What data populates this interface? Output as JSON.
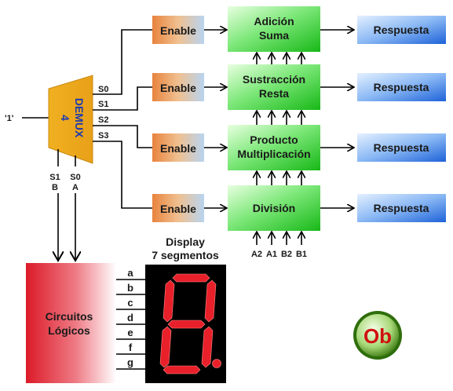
{
  "input_label": "'1'",
  "demux": {
    "line1": "DEMUX",
    "line2": "4"
  },
  "selector_outputs": [
    "S0",
    "S1",
    "S2",
    "S3"
  ],
  "demux_select_labels": {
    "s1": "S1",
    "s0": "S0",
    "b": "B",
    "a": "A"
  },
  "enable_label": "Enable",
  "operations": [
    {
      "line1": "Adición",
      "line2": "Suma"
    },
    {
      "line1": "Sustracción",
      "line2": "Resta"
    },
    {
      "line1": "Producto",
      "line2": "Multiplicación"
    },
    {
      "line1": "División",
      "line2": ""
    }
  ],
  "response_label": "Respuesta",
  "operand_labels": [
    "A2",
    "A1",
    "B2",
    "B1"
  ],
  "display_title": {
    "line1": "Display",
    "line2": "7 segmentos"
  },
  "logic_block": {
    "line1": "Circuitos",
    "line2": "Lógicos"
  },
  "segment_labels": [
    "a",
    "b",
    "c",
    "d",
    "e",
    "f",
    "g"
  ],
  "logo_text": "Ob",
  "colors": {
    "enable": "#e8905a",
    "operation": "#22c922",
    "response": "#2a6fe0",
    "demux": "#e0a020",
    "demux_text": "#1a3ab0",
    "logic_block": "#e02030",
    "segment_on": "#e8202a",
    "display_bg": "#000000",
    "logo_ring": "#4a8a10",
    "logo_text": "#d01010"
  }
}
